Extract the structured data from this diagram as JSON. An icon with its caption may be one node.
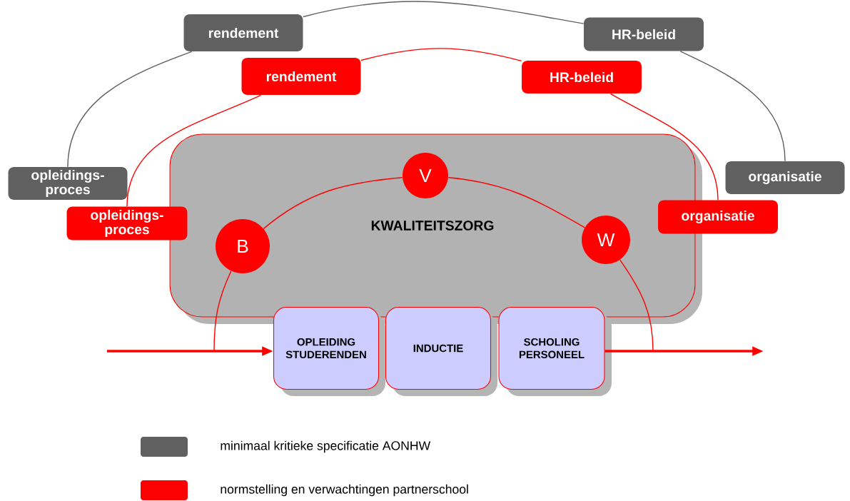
{
  "diagram": {
    "nodes": [
      {
        "text": [
          "rendement"
        ]
      },
      {
        "text": [
          "HR-beleid"
        ]
      },
      {
        "text": [
          "rendement"
        ]
      },
      {
        "text": [
          "HR-beleid"
        ]
      },
      {
        "text": [
          "opleidings- proces"
        ]
      },
      {
        "text": [
          "organisatie"
        ]
      },
      {
        "text": [
          "opleidings- proces"
        ]
      },
      {
        "text": [
          "organisatie"
        ]
      },
      {
        "text": [
          "KWALITEITSZORG"
        ]
      },
      {
        "text": [
          "V"
        ],
        "in": 8
      },
      {
        "text": [
          "B"
        ],
        "in": 8
      },
      {
        "text": [
          "W"
        ],
        "in": 8
      },
      {
        "text": [
          "OPLEIDING STUDERENDEN"
        ]
      },
      {
        "text": [
          "INDUCTIE"
        ]
      },
      {
        "text": [
          "SCHOLING PERSONEEL"
        ]
      }
    ],
    "edges": [
      {
        "from": 4,
        "to": 0,
        "arrow": "none",
        "color": "#606060"
      },
      {
        "from": 0,
        "to": 1,
        "arrow": "none",
        "color": "#606060"
      },
      {
        "from": 1,
        "to": 5,
        "arrow": "none",
        "color": "#606060"
      },
      {
        "from": 6,
        "to": 2,
        "arrow": "none"
      },
      {
        "from": 2,
        "to": 3,
        "arrow": "none"
      },
      {
        "from": 3,
        "to": 7,
        "arrow": "none"
      },
      {
        "from": 10,
        "to": 9,
        "arrow": "none"
      },
      {
        "from": 9,
        "to": 11,
        "arrow": "none"
      },
      {
        "from": 10,
        "to": null,
        "arrow": "none"
      },
      {
        "from": 11,
        "to": null,
        "arrow": "none"
      },
      {
        "from": null,
        "to": 12,
        "arrow": "to",
        "style": "thick"
      },
      {
        "from": 14,
        "to": null,
        "arrow": "to",
        "style": "thick"
      }
    ],
    "legend": [
      {
        "text": "minimaal kritieke specificatie AONHW",
        "color": "#606060"
      },
      {
        "text": "normstelling en verwachtingen partnerschool",
        "color": "#ff0000"
      }
    ]
  }
}
